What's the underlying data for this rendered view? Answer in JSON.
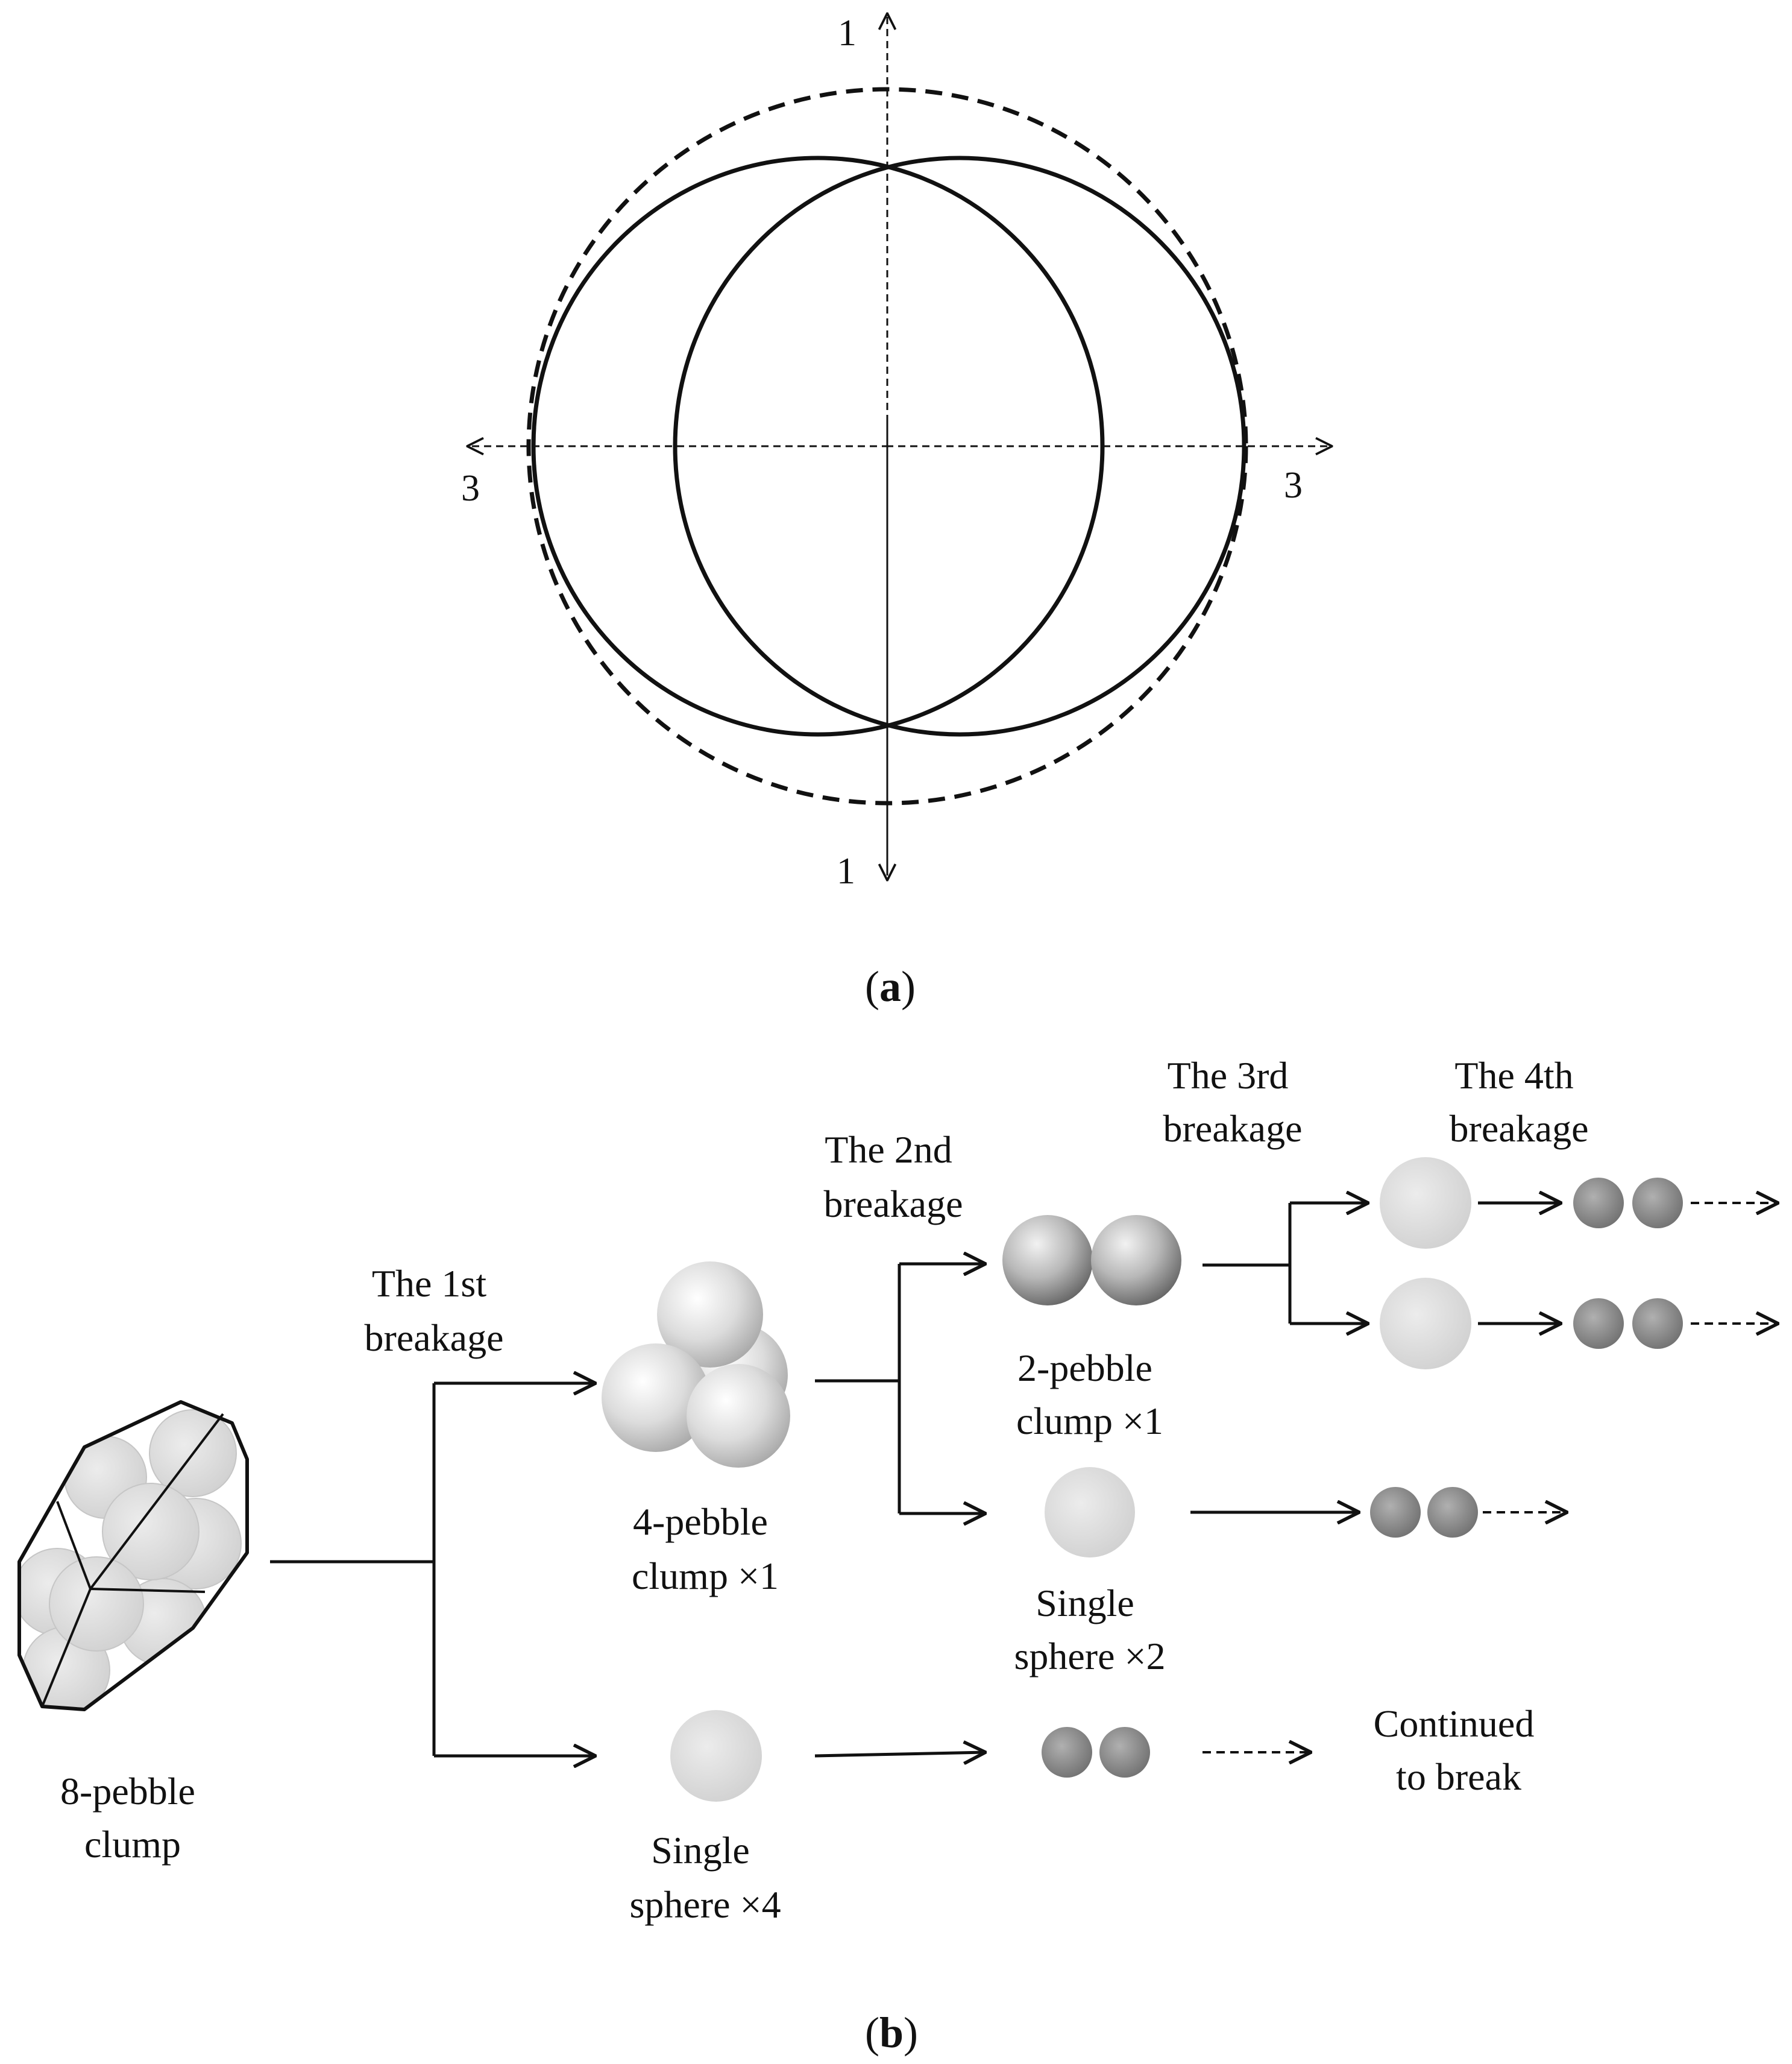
{
  "panel_a": {
    "caption_open": "(",
    "caption_letter": "a",
    "caption_close": ")",
    "axis_labels": {
      "top": "1",
      "bottom": "1",
      "left": "3",
      "right": "3"
    }
  },
  "panel_b": {
    "caption_open": "(",
    "caption_letter": "b",
    "caption_close": ")",
    "stages": {
      "first": [
        "The 1st",
        "breakage"
      ],
      "second": [
        "The 2nd",
        "breakage"
      ],
      "third": [
        "The 3rd",
        "breakage"
      ],
      "fourth": [
        "The 4th",
        "breakage"
      ]
    },
    "items": {
      "eight_clump": [
        "8-pebble",
        "clump"
      ],
      "four_clump": [
        "4-pebble",
        "clump ×1"
      ],
      "single_x4": [
        "Single",
        "sphere ×4"
      ],
      "two_clump": [
        "2-pebble",
        "clump ×1"
      ],
      "single_x2": [
        "Single",
        "sphere ×2"
      ],
      "continued": [
        "Continued",
        "to break"
      ]
    }
  }
}
